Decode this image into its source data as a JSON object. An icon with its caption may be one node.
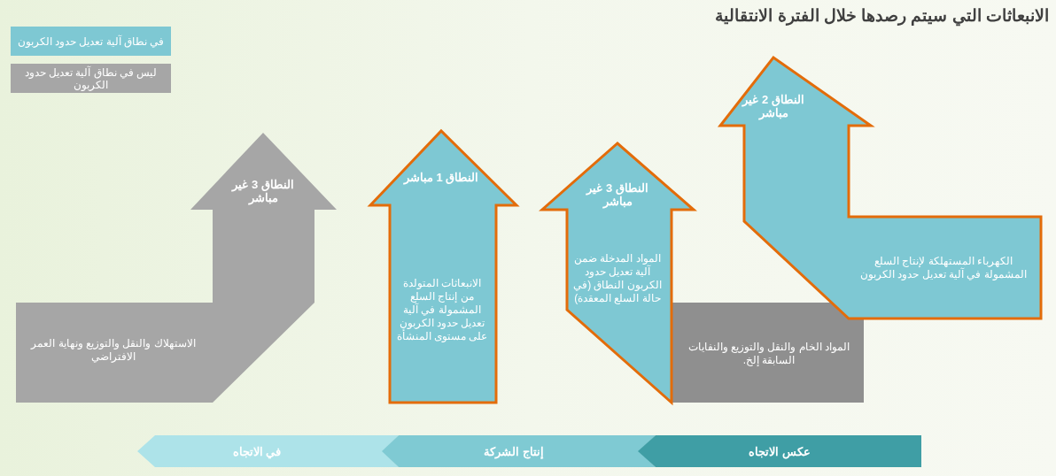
{
  "diagram": {
    "title": "الانبعاثات التي سيتم رصدها خلال الفترة الانتقالية",
    "nodes": [
      {
        "text": [
          "النطاق 2 غير مباشر",
          "الكهرباء المستهلكة لإنتاج السلع المشمولة في آلية تعديل حدود الكربون"
        ]
      },
      {
        "text": [
          "النطاق 3 غير مباشر",
          "المواد المدخلة ضمن آلية تعديل حدود الكربون النطاق (في حالة السلع المعقدة)"
        ]
      },
      {
        "text": [
          "المواد الخام والنقل والتوزيع والنفايات السابقة إلخ."
        ]
      },
      {
        "text": [
          "النطاق 1 مباشر",
          "الانبعاثات المتولدة من إنتاج السلع المشمولة في آلية تعديل حدود الكربون على مستوى المنشأة"
        ]
      },
      {
        "text": [
          "النطاق 3 غير مباشر",
          "الاستهلاك والنقل والتوزيع ونهاية العمر الافتراضي"
        ]
      },
      {
        "text": [
          "عكس الاتجاه"
        ]
      },
      {
        "text": [
          "إنتاج الشركة"
        ]
      },
      {
        "text": [
          "في الاتجاه"
        ]
      }
    ],
    "edges": [],
    "legend": [
      {
        "text": "في نطاق آلية تعديل حدود الكربون",
        "color": "#7ec8d3"
      },
      {
        "text": "ليس في نطاق آلية تعديل حدود الكربون",
        "color": "#a6a6a6"
      }
    ]
  }
}
